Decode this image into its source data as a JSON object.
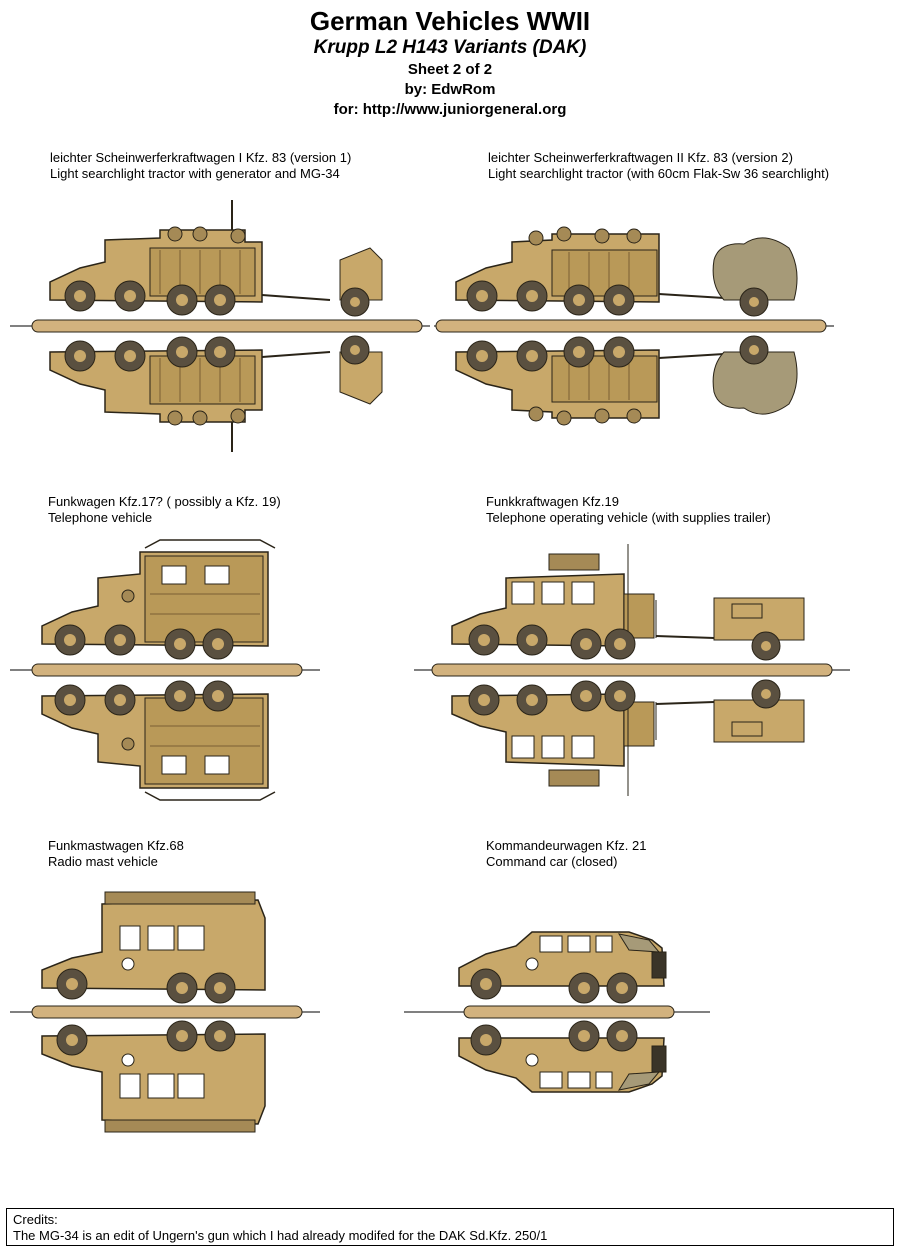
{
  "header": {
    "title": "German Vehicles WWII",
    "subtitle": "Krupp L2 H143 Variants (DAK)",
    "sheet": "Sheet 2 of 2",
    "author": "by: EdwRom",
    "site": "for: http://www.juniorgeneral.org"
  },
  "vehicles": [
    {
      "name": "leichter Scheinwerferkraftwagen I Kfz. 83 (version 1)",
      "description": "Light searchlight tractor with generator and MG-34"
    },
    {
      "name": "leichter Scheinwerferkraftwagen II Kfz. 83 (version 2)",
      "description": "Light searchlight tractor (with 60cm Flak-Sw 36 searchlight)"
    },
    {
      "name": "Funkwagen Kfz.17? ( possibly a Kfz. 19)",
      "description": "Telephone vehicle"
    },
    {
      "name": "Funkkraftwagen Kfz.19",
      "description": "Telephone operating vehicle (with supplies trailer)"
    },
    {
      "name": "Funkmastwagen Kfz.68",
      "description": "Radio mast vehicle"
    },
    {
      "name": "Kommandeurwagen Kfz. 21",
      "description": "Command car (closed)"
    }
  ],
  "credits": {
    "heading": "Credits:",
    "text": "The MG-34 is an edit of Ungern's gun which I had already modifed for the DAK Sd.Kfz. 250/1"
  },
  "colors": {
    "tan": "#c8a86a",
    "tan_dark": "#9c7e44",
    "wheel": "#5a5040",
    "outline": "#2a2418",
    "base": "#d2b27e"
  }
}
